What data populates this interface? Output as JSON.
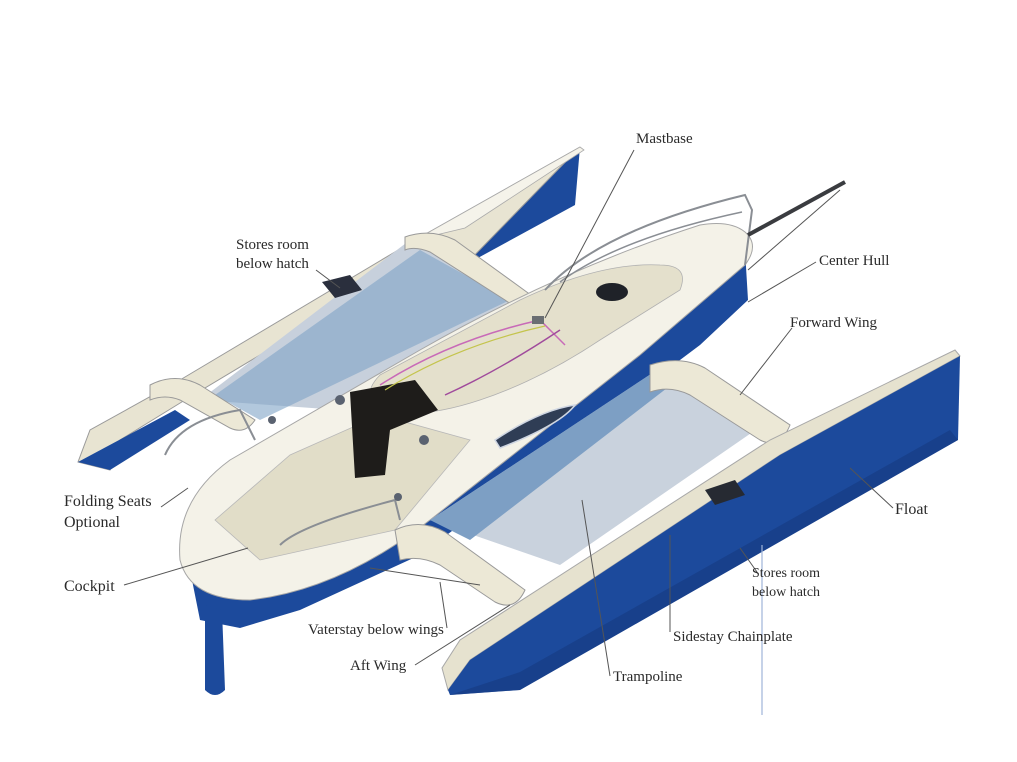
{
  "diagram": {
    "subject": "Trimaran sailboat (isometric rendering)",
    "colors": {
      "hull_blue": "#1c4a9c",
      "hull_blue_dark": "#163a80",
      "deck_cream": "#e6e2cf",
      "deck_light": "#f2f0e4",
      "trampoline": "#b8c4d2",
      "trampoline_blue": "#8aa8c8",
      "leader_line": "#555555",
      "text": "#2a2a2a"
    },
    "labels": [
      {
        "id": "mastbase",
        "text": "Mastbase"
      },
      {
        "id": "stores-room-port",
        "text": "Stores room\nbelow hatch"
      },
      {
        "id": "center-hull",
        "text": "Center Hull"
      },
      {
        "id": "forward-wing",
        "text": "Forward Wing"
      },
      {
        "id": "folding-seats",
        "text": "Folding Seats\nOptional"
      },
      {
        "id": "float",
        "text": "Float"
      },
      {
        "id": "cockpit",
        "text": "Cockpit"
      },
      {
        "id": "stores-room-starboard",
        "text": "Stores room\nbelow hatch"
      },
      {
        "id": "vaterstay",
        "text": "Vaterstay below wings"
      },
      {
        "id": "sidestay-chainplate",
        "text": "Sidestay Chainplate"
      },
      {
        "id": "aft-wing",
        "text": "Aft Wing"
      },
      {
        "id": "trampoline",
        "text": "Trampoline"
      }
    ]
  }
}
